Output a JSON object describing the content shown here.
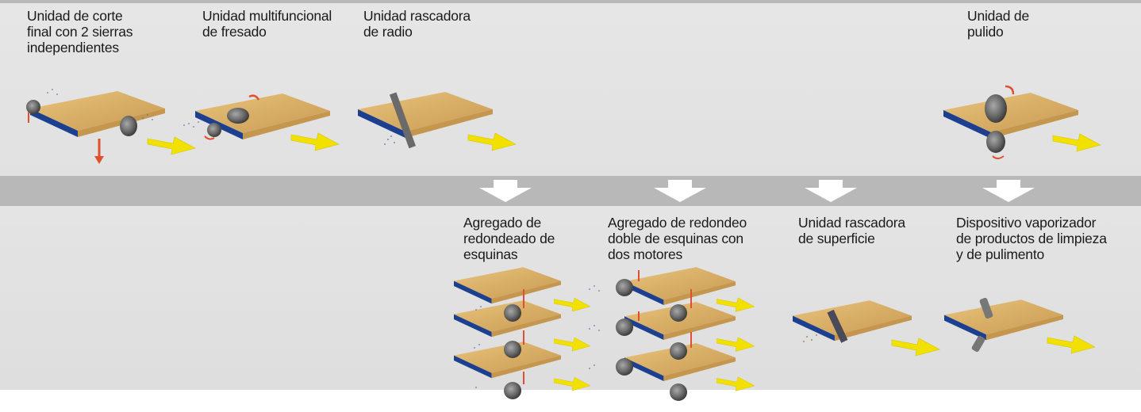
{
  "top_units": [
    {
      "label": "Unidad de corte\nfinal con 2 sierras\nindependientes",
      "icon": "board-with-saws"
    },
    {
      "label": "Unidad multifuncional\nde fresado",
      "icon": "board-with-milling-cutter"
    },
    {
      "label": "Unidad rascadora\nde radio",
      "icon": "board-with-radius-scraper"
    },
    {
      "label": "Unidad de\npulido",
      "icon": "board-with-polishing-discs"
    }
  ],
  "bottom_units": [
    {
      "label": "Agregado de\nredondeado de\nesquinas",
      "icon": "stacked-boards-corner-rounding"
    },
    {
      "label": "Agregado de redondeo\ndoble de esquinas con\ndos motores",
      "icon": "stacked-boards-double-corner-rounding"
    },
    {
      "label": "Unidad rascadora\nde superficie",
      "icon": "board-with-surface-scraper"
    },
    {
      "label": "Dispositivo vaporizador\nde productos de limpieza\ny de pulimento",
      "icon": "board-with-spray-nozzles"
    }
  ],
  "colors": {
    "board_top": "#d8b06a",
    "board_edge": "#1d3f8f",
    "feed_arrow": "#f2e000",
    "flow_arrow": "#ffffff",
    "rotation_arrow": "#e05030",
    "tool": "#6a6a6a"
  }
}
